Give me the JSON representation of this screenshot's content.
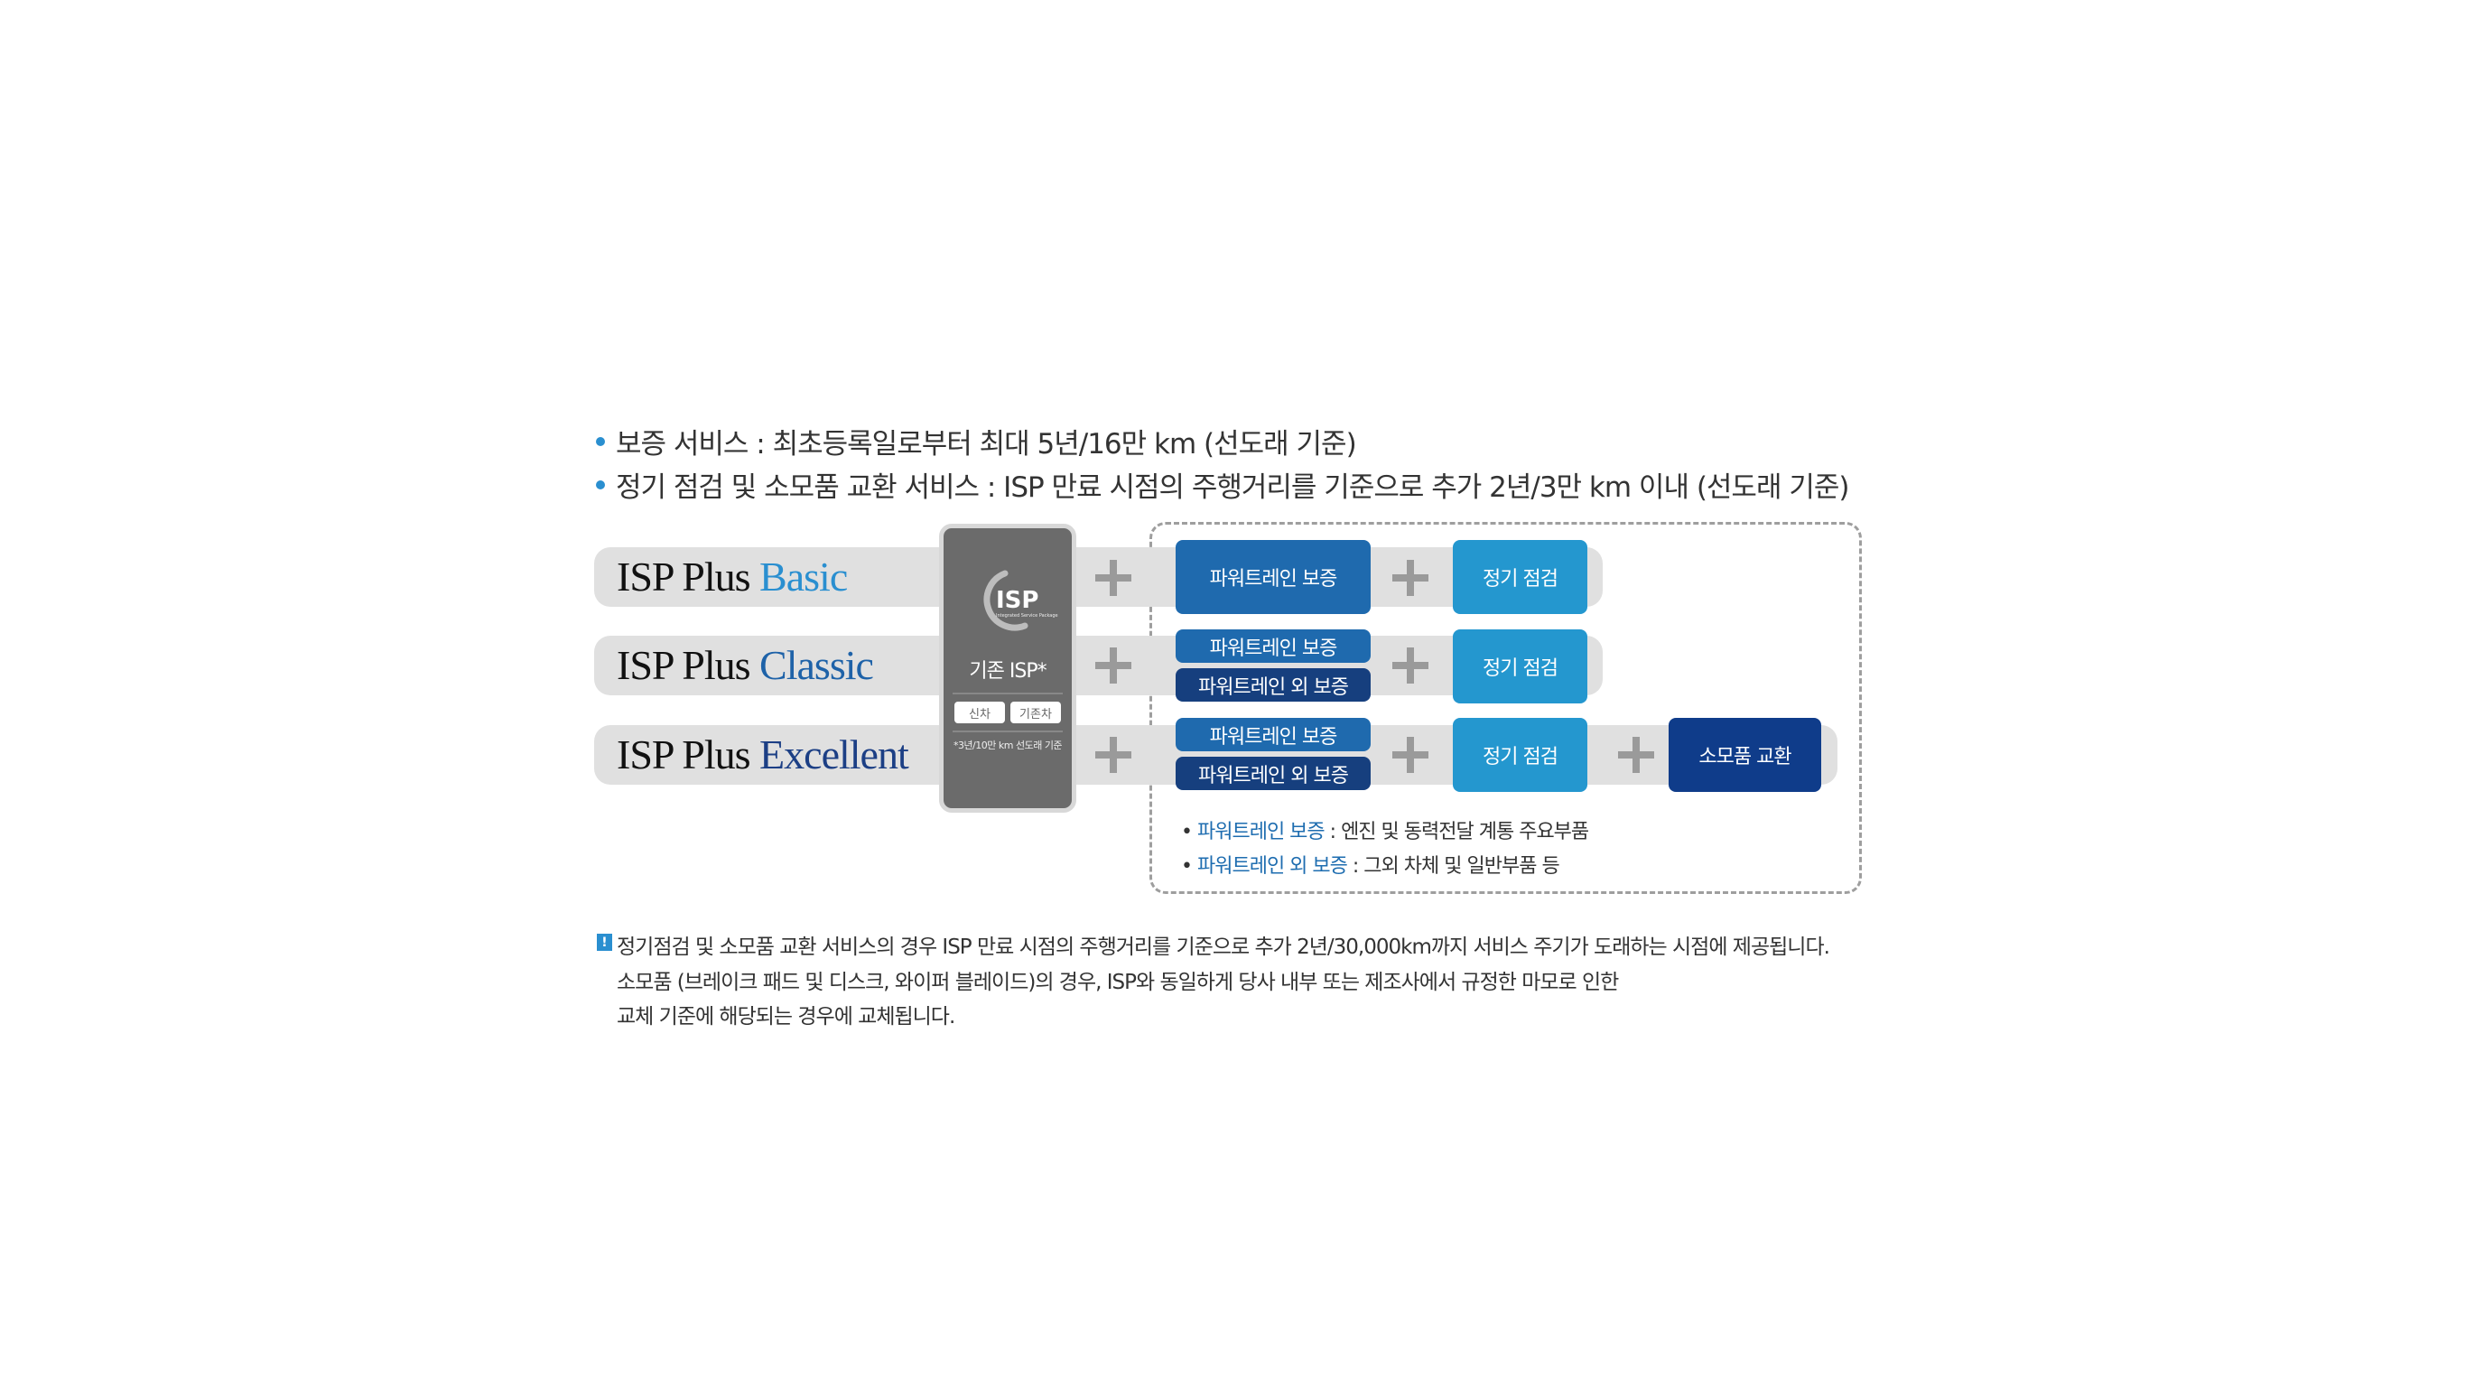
{
  "summary": {
    "items": [
      {
        "label": "보증 서비스 : 최초등록일로부터 최대 5년/16만 km (선도래 기준)"
      },
      {
        "label": "정기 점검 및 소모품 교환 서비스 : ISP 만료 시점의 주행거리를 기준으로 추가 2년/3만 km 이내 (선도래 기준)"
      }
    ]
  },
  "plans": [
    {
      "prefix": "ISP Plus",
      "name": "Basic",
      "color": "#2a8fd0"
    },
    {
      "prefix": "ISP Plus",
      "name": "Classic",
      "color": "#1e62a8"
    },
    {
      "prefix": "ISP Plus",
      "name": "Excellent",
      "color": "#1c3f85"
    }
  ],
  "base_card": {
    "logo_text": "ISP",
    "logo_subtext": "Integrated Service Package",
    "title": "기존 ISP*",
    "tags": [
      "신차",
      "기존차"
    ],
    "footnote": "*3년/10만 km 선도래 기준"
  },
  "services": {
    "powertrain": "파워트레인 보증",
    "non_powertrain": "파워트레인 외 보증",
    "inspection": "정기 점검",
    "consumables": "소모품 교환"
  },
  "legend": [
    {
      "key": "파워트레인 보증",
      "desc": " : 엔진 및 동력전달 계통 주요부품"
    },
    {
      "key": "파워트레인 외 보증",
      "desc": " : 그외 차체 및 일반부품 등"
    }
  ],
  "notice": {
    "icon": "!",
    "lines": [
      "정기점검 및 소모품 교환 서비스의 경우 ISP 만료 시점의 주행거리를 기준으로 추가 2년/30,000km까지 서비스 주기가 도래하는 시점에 제공됩니다.",
      "소모품 (브레이크 패드 및 디스크, 와이퍼 블레이드)의 경우, ISP와 동일하게 당사 내부 또는 제조사에서 규정한 마모로 인한",
      "교체 기준에 해당되는 경우에 교체됩니다."
    ]
  },
  "colors": {
    "powertrain": "#1f6aae",
    "non_powertrain": "#163f7e",
    "inspection": "#2497cf",
    "consumables": "#0f3c8a",
    "bar": "#e0e0e0",
    "card": "#6b6b6b"
  }
}
